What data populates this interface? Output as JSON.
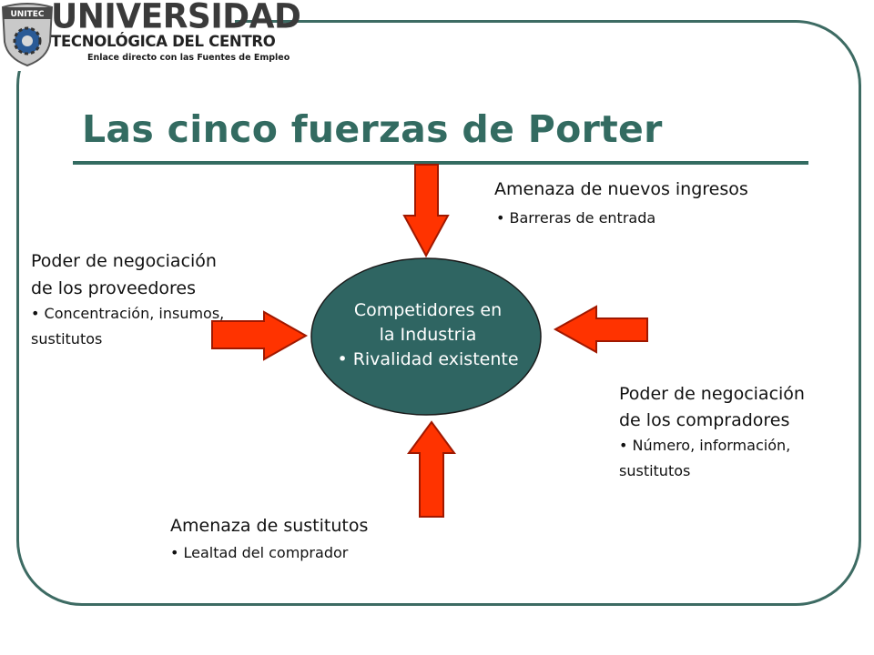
{
  "logo": {
    "badge": "UNITEC",
    "name": "UNIVERSIDAD",
    "subtitle": "TECNOLÓGICA DEL CENTRO",
    "tagline": "Enlace directo con las Fuentes de Empleo"
  },
  "slide": {
    "title": "Las cinco fuerzas de Porter"
  },
  "center": {
    "line1": "Competidores en",
    "line2": "la Industria",
    "bullet": "• Rivalidad existente"
  },
  "forces": {
    "top": {
      "heading": "Amenaza de nuevos ingresos",
      "bullet": "• Barreras de entrada"
    },
    "left": {
      "heading1": "Poder de negociación",
      "heading2": "de los proveedores",
      "bullet": "• Concentración, insumos,",
      "bullet_cont": "sustitutos"
    },
    "right": {
      "heading1": "Poder de negociación",
      "heading2": "de los compradores",
      "bullet": "• Número, información,",
      "bullet_cont": "sustitutos"
    },
    "bottom": {
      "heading": "Amenaza de sustitutos",
      "bullet": "• Lealtad del comprador"
    }
  },
  "colors": {
    "accent": "#336b61",
    "ellipse_fill": "#2f6562",
    "arrow_fill": "#ff3300",
    "arrow_stroke": "#a01800"
  }
}
